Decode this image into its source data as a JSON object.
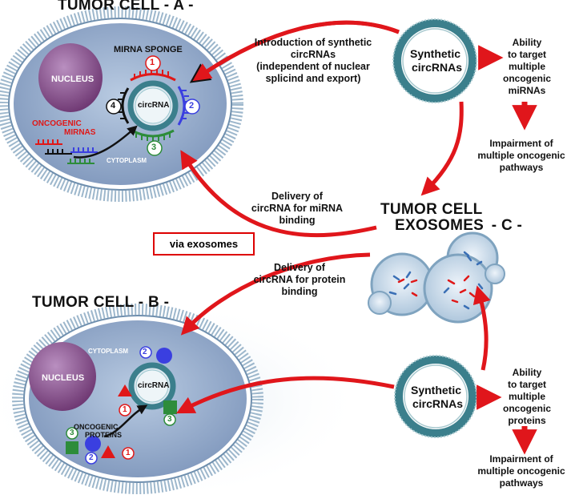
{
  "titles": {
    "cell_a": "TUMOR CELL - A -",
    "cell_b": "TUMOR CELL - B -",
    "exosomes_line1": "TUMOR CELL",
    "exosomes_line2": "EXOSOMES",
    "exosomes_suffix": "- C -"
  },
  "cell_a": {
    "nucleus": "NUCLEUS",
    "sponge": "MIRNA SPONGE",
    "circ": "circRNA",
    "oncogenic_line1": "ONCOGENIC",
    "oncogenic_line2": "MIRNAS",
    "cytoplasm": "CYTOPLASM",
    "n1": "1",
    "n2": "2",
    "n3": "3",
    "n4": "4"
  },
  "cell_b": {
    "nucleus": "NUCLEUS",
    "cytoplasm": "CYTOPLASM",
    "circ": "circRNA",
    "proteins_line1": "ONCOGENIC",
    "proteins_line2": "PROTEINS",
    "n1": "1",
    "n2": "2",
    "n3": "3"
  },
  "synthetic": {
    "line1": "Synthetic",
    "line2": "circRNAs"
  },
  "texts": {
    "intro_1": "Introduction of synthetic",
    "intro_2": "circRNAs",
    "intro_3": "(independent of nuclear",
    "intro_4": "splicind and export)",
    "ability_mirna_1": "Ability",
    "ability_mirna_2": "to target",
    "ability_mirna_3": "multiple",
    "ability_mirna_4": "oncogenic",
    "ability_mirna_5": "miRNAs",
    "impair_1_1": "Impairment of",
    "impair_1_2": "multiple oncogenic",
    "impair_1_3": "pathways",
    "delivery_mirna_1": "Delivery of",
    "delivery_mirna_2": "circRNA for miRNA",
    "delivery_mirna_3": "binding",
    "via_exosomes": "via exosomes",
    "delivery_protein_1": "Delivery of",
    "delivery_protein_2": "circRNA for protein",
    "delivery_protein_3": "binding",
    "ability_prot_1": "Ability",
    "ability_prot_2": "to target",
    "ability_prot_3": "multiple",
    "ability_prot_4": "oncogenic",
    "ability_prot_5": "proteins",
    "impair_2_1": "Impairment of",
    "impair_2_2": "multiple oncogenic",
    "impair_2_3": "pathways"
  },
  "colors": {
    "arrow": "#e0161b",
    "membrane": "#8fb3cc",
    "cell_fill": "#8aa3c6",
    "nucleus": "#8a4f8f",
    "blue": "#3a3fe0",
    "green": "#2d8c3a",
    "red": "#e01818"
  }
}
